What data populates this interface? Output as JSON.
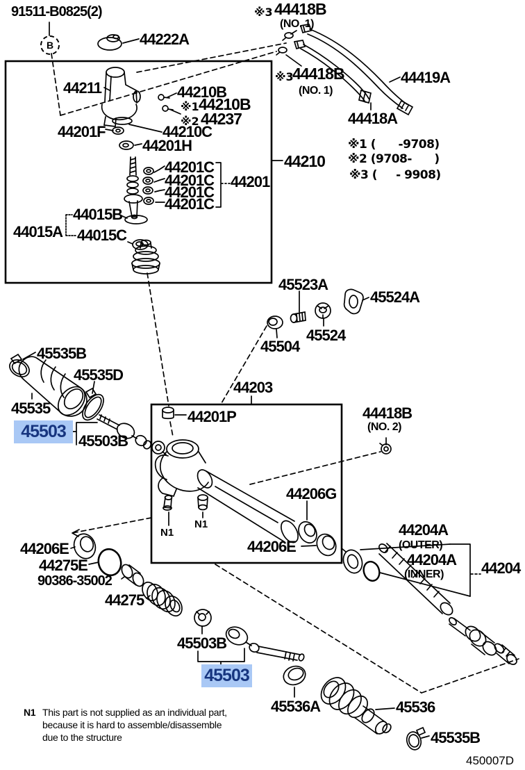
{
  "diagram": {
    "id_code": "450007D",
    "highlight_bg": "#a9c8f5",
    "highlight_text": "#17357f",
    "line_color": "#000000",
    "background": "#ffffff"
  },
  "labels": {
    "p91511": "91511-B0825(2)",
    "bolt_b": "B",
    "p44222A": "44222A",
    "p44418B": "44418B",
    "no1": "(NO. 1)",
    "no2": "(NO. 2)",
    "ref1": "※1",
    "ref2": "※2",
    "ref3": "※3",
    "p44419A": "44419A",
    "p44418A": "44418A",
    "p44211": "44211",
    "p44210B": "44210B",
    "p44237": "44237",
    "p44201F": "44201F",
    "p44210C": "44210C",
    "p44201H": "44201H",
    "p44201C": "44201C",
    "p44201": "44201",
    "p44210": "44210",
    "p44015B": "44015B",
    "p44015A": "44015A",
    "p44015C": "44015C",
    "p45523A": "45523A",
    "p45524A": "45524A",
    "p45504": "45504",
    "p45524": "45524",
    "p45535B": "45535B",
    "p45535D": "45535D",
    "p45535": "45535",
    "p45503": "45503",
    "p45503B": "45503B",
    "p44203": "44203",
    "p44201P": "44201P",
    "p44206G": "44206G",
    "p44206E": "44206E",
    "n1": "N1",
    "p44275E": "44275E",
    "p90386": "90386-35002",
    "p44275": "44275",
    "p44204A": "44204A",
    "outer": "(OUTER)",
    "inner": "(INNER)",
    "p44204": "44204",
    "p45536A": "45536A",
    "p45536": "45536"
  },
  "legend": {
    "line1": "※1 (      -9708)",
    "line2": "※2 (9708-      )",
    "line3": "※3 (     - 9908)"
  },
  "note": {
    "marker": "N1",
    "line1": "This part is not supplied as an individual part,",
    "line2": "because it is hard to assemble/disassemble",
    "line3": "due to the structure"
  }
}
